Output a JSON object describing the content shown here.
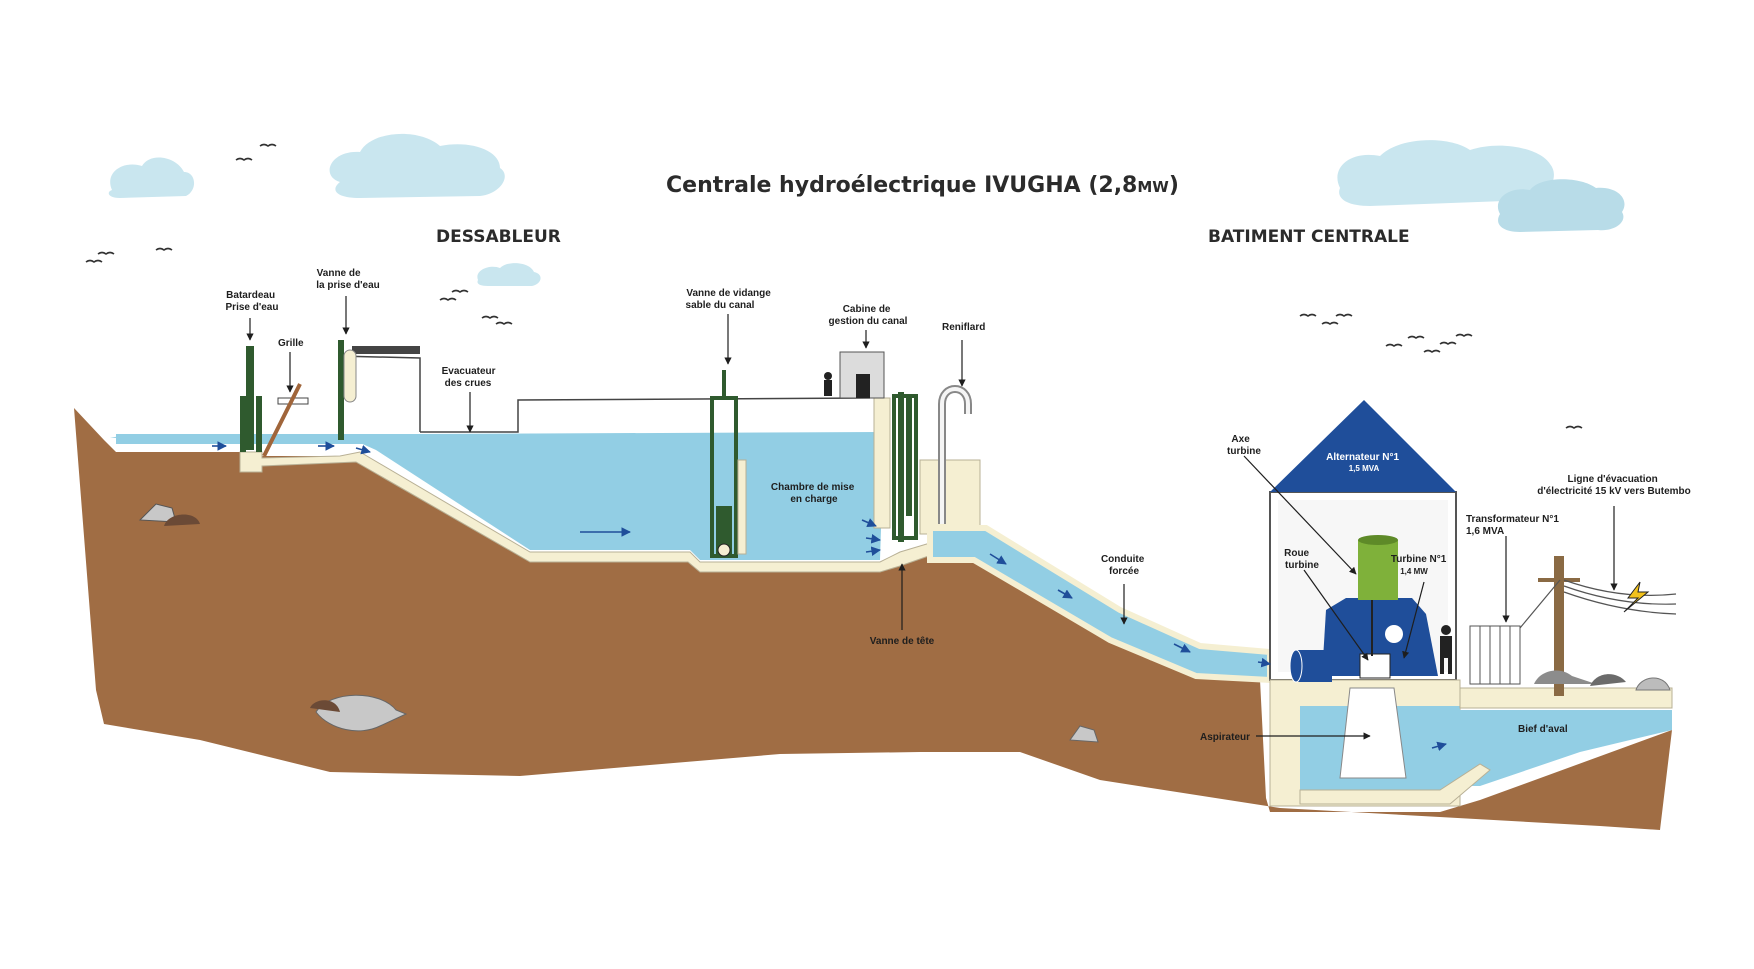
{
  "title": "Centrale hydroélectrique IVUGHA (2,8",
  "title_unit": "MW",
  "title_close": ")",
  "sections": {
    "left": "DESSABLEUR",
    "right": "BATIMENT CENTRALE"
  },
  "labels": {
    "batardeau": [
      "Batardeau",
      "Prise d'eau"
    ],
    "vanne_prise": [
      "Vanne de",
      "la prise d'eau"
    ],
    "grille": "Grille",
    "evacuateur": [
      "Evacuateur",
      "des crues"
    ],
    "vanne_vidange": [
      "Vanne de vidange",
      "sable du canal"
    ],
    "cabine": [
      "Cabine de",
      "gestion du canal"
    ],
    "reniflard": "Reniflard",
    "chambre": [
      "Chambre de mise",
      "en charge"
    ],
    "vanne_tete": "Vanne de tête",
    "conduite": [
      "Conduite",
      "forcée"
    ],
    "axe_turbine": [
      "Axe",
      "turbine"
    ],
    "alternateur": [
      "Alternateur N°1",
      "1,5 MVA"
    ],
    "roue_turbine": [
      "Roue",
      "turbine"
    ],
    "turbine": [
      "Turbine N°1",
      "1,4 MW"
    ],
    "transformateur": [
      "Transformateur N°1",
      "1,6 MVA"
    ],
    "ligne": [
      "Ligne d'évacuation",
      "d'électricité 15 kV vers Butembo"
    ],
    "aspirateur": "Aspirateur",
    "bief": "Bief d'aval"
  },
  "colors": {
    "ground": "#a06d44",
    "water": "#92cee4",
    "concrete": "#f5efd2",
    "cloud": "#c9e6ef",
    "gate": "#2f5a2e",
    "roof": "#1f4e9a",
    "turbine": "#1f4e9a",
    "alternator": "#7fb13a",
    "rock": "#8c8c8c"
  }
}
